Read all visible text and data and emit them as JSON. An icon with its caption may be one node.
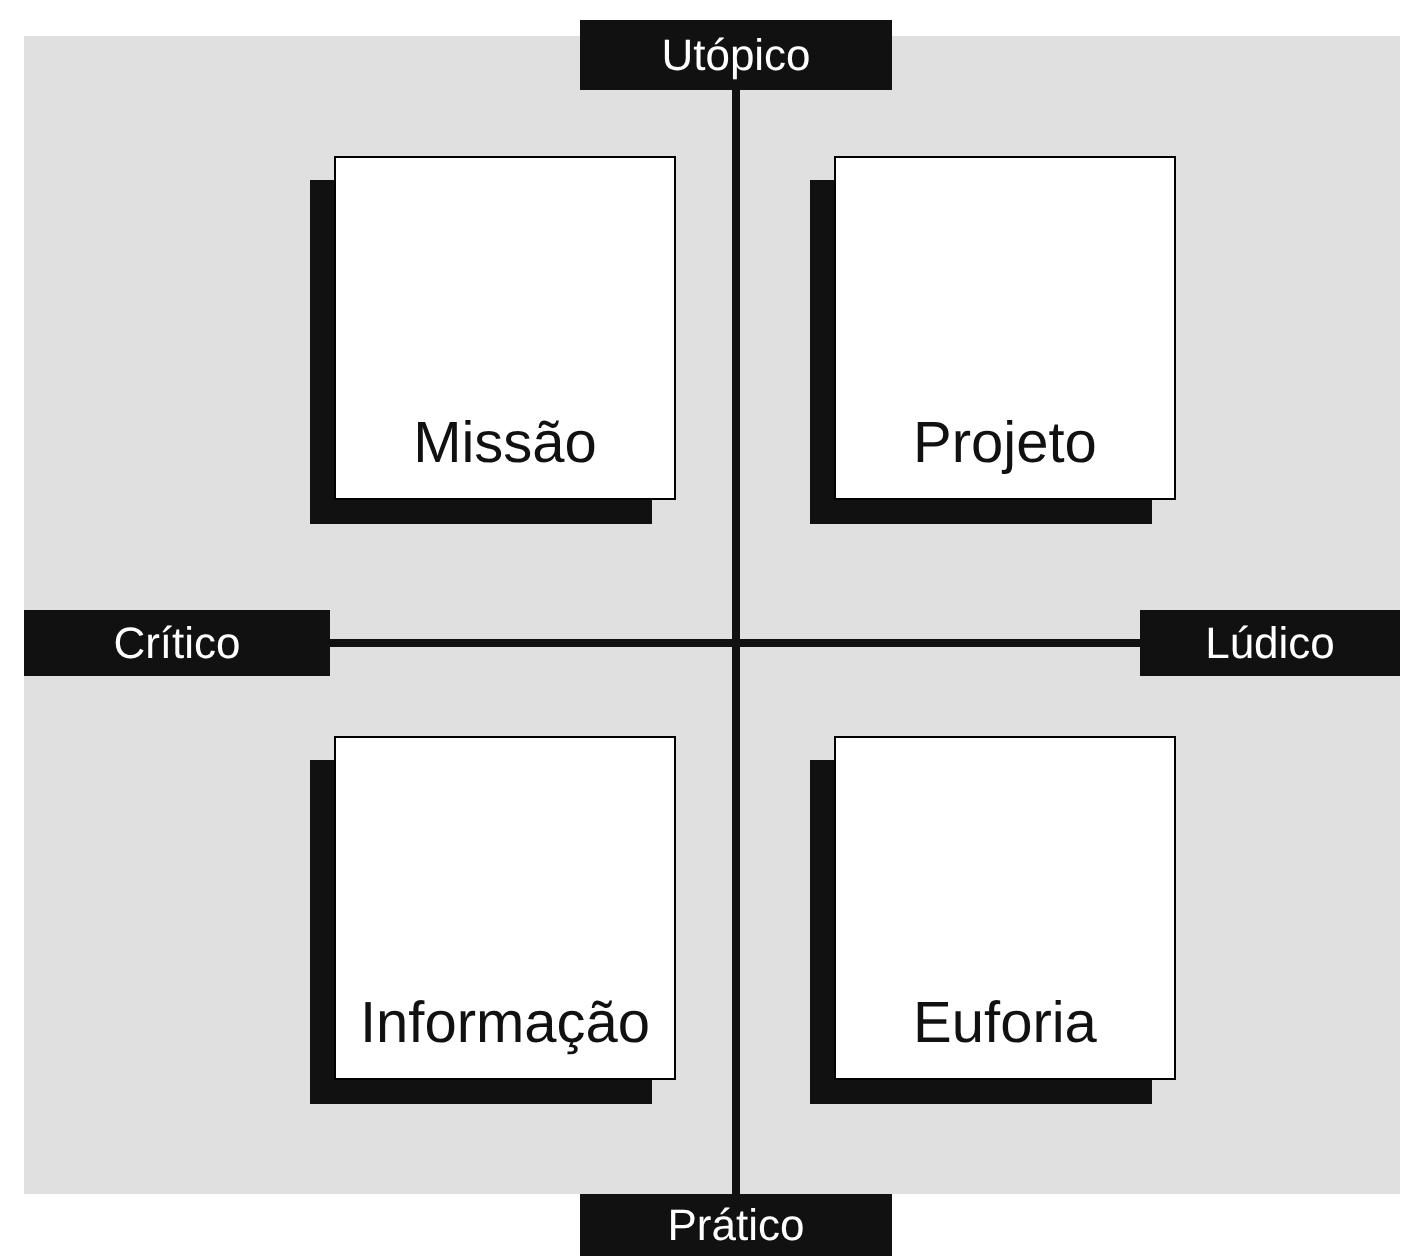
{
  "diagram": {
    "nodes": [
      {
        "text": [
          "Utópico"
        ]
      },
      {
        "text": [
          "Missão"
        ]
      },
      {
        "text": [
          "Projeto"
        ]
      },
      {
        "text": [
          "Crítico"
        ]
      },
      {
        "text": [
          "Lúdico"
        ]
      },
      {
        "text": [
          "Informação"
        ]
      },
      {
        "text": [
          "Euforia"
        ]
      },
      {
        "text": [
          "Prático"
        ]
      }
    ],
    "edges": [
      {
        "from": 0,
        "to": 7,
        "arrow": "none"
      },
      {
        "from": 3,
        "to": 4,
        "arrow": "none"
      }
    ]
  }
}
